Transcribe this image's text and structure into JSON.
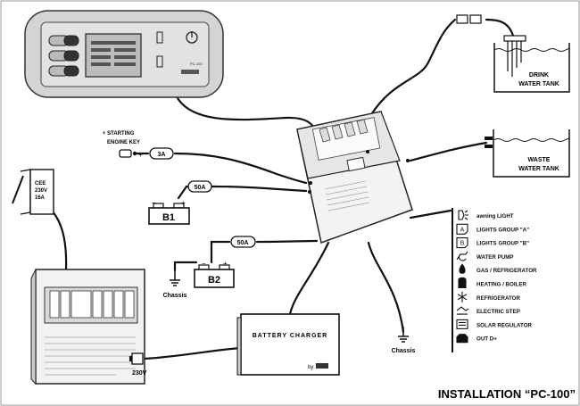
{
  "title": "INSTALLATION “PC-100”",
  "control_panel": {
    "model": "PC-100"
  },
  "tanks": {
    "drink": {
      "line1": "DRINK",
      "line2": "WATER TANK"
    },
    "waste": {
      "line1": "WASTE",
      "line2": "WATER TANK"
    }
  },
  "starting_key": {
    "line1": "+ STARTING",
    "line2": "ENGINE KEY",
    "plus": "+"
  },
  "fuses": {
    "f1": "3A",
    "f2": "50A",
    "f3": "50A"
  },
  "batteries": {
    "b1": {
      "label": "B1",
      "minus": "−",
      "plus": "+"
    },
    "b2": {
      "label": "B2",
      "minus": "−",
      "plus": "+"
    }
  },
  "chassis": {
    "left": "Chassis",
    "right": "Chassis"
  },
  "cee": {
    "line1": "CEE",
    "line2": "230V",
    "line3": "16A"
  },
  "charger": {
    "label": "BATTERY CHARGER",
    "by": "by"
  },
  "mains": "230V",
  "legend": [
    {
      "icon": "awning-light-icon",
      "label": "awning LIGHT"
    },
    {
      "icon": "lights-group-a-icon",
      "label": "LIGHTS GROUP \"A\"",
      "symbol": "A"
    },
    {
      "icon": "lights-group-b-icon",
      "label": "LIGHTS GROUP \"B\"",
      "symbol": "B"
    },
    {
      "icon": "water-pump-icon",
      "label": "WATER PUMP"
    },
    {
      "icon": "gas-refrigerator-icon",
      "label": "GAS / REFRIGERATOR"
    },
    {
      "icon": "heating-boiler-icon",
      "label": "HEATING / BOILER"
    },
    {
      "icon": "refrigerator-icon",
      "label": "REFRIGERATOR"
    },
    {
      "icon": "electric-step-icon",
      "label": "ELECTRIC STEP"
    },
    {
      "icon": "solar-regulator-icon",
      "label": "SOLAR REGULATOR"
    },
    {
      "icon": "out-d-plus-icon",
      "label": "OUT D+"
    }
  ]
}
